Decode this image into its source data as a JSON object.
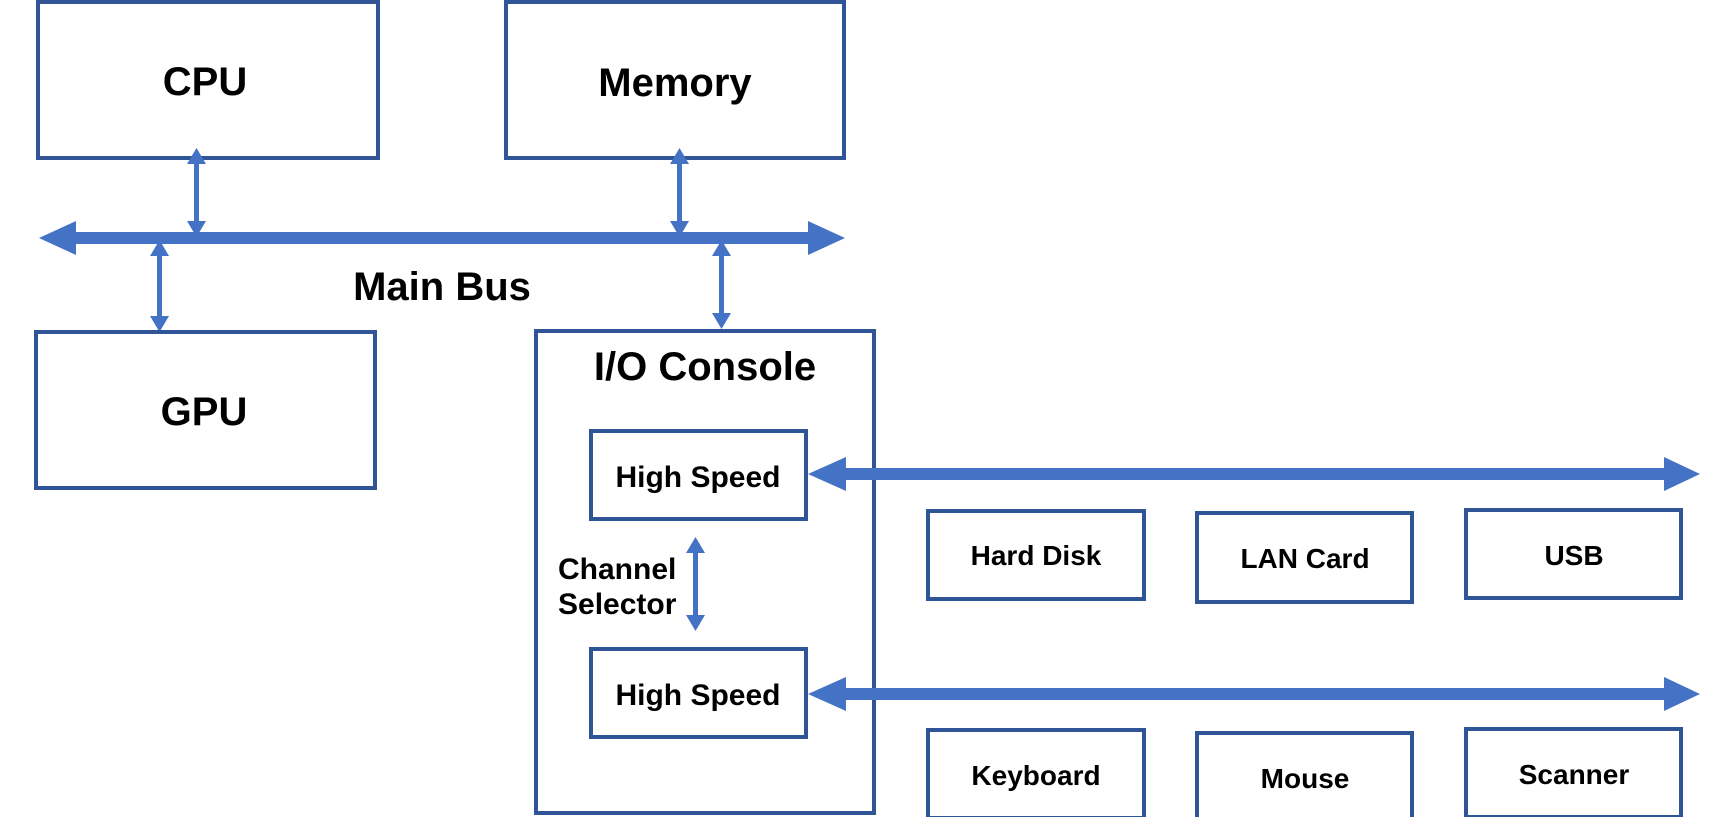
{
  "diagram": {
    "cpu": "CPU",
    "memory": "Memory",
    "main_bus": "Main Bus",
    "gpu": "GPU",
    "io_console": "I/O Console",
    "high_speed_1": "High Speed",
    "high_speed_2": "High Speed",
    "channel_selector_line1": "Channel",
    "channel_selector_line2": "Selector",
    "devices": {
      "hard_disk": "Hard Disk",
      "lan_card": "LAN Card",
      "usb": "USB",
      "keyboard": "Keyboard",
      "mouse": "Mouse",
      "scanner": "Scanner"
    }
  },
  "colors": {
    "box_border": "#2F5597",
    "arrow": "#4472C4",
    "text": "#000000",
    "background": "#FFFFFF"
  }
}
